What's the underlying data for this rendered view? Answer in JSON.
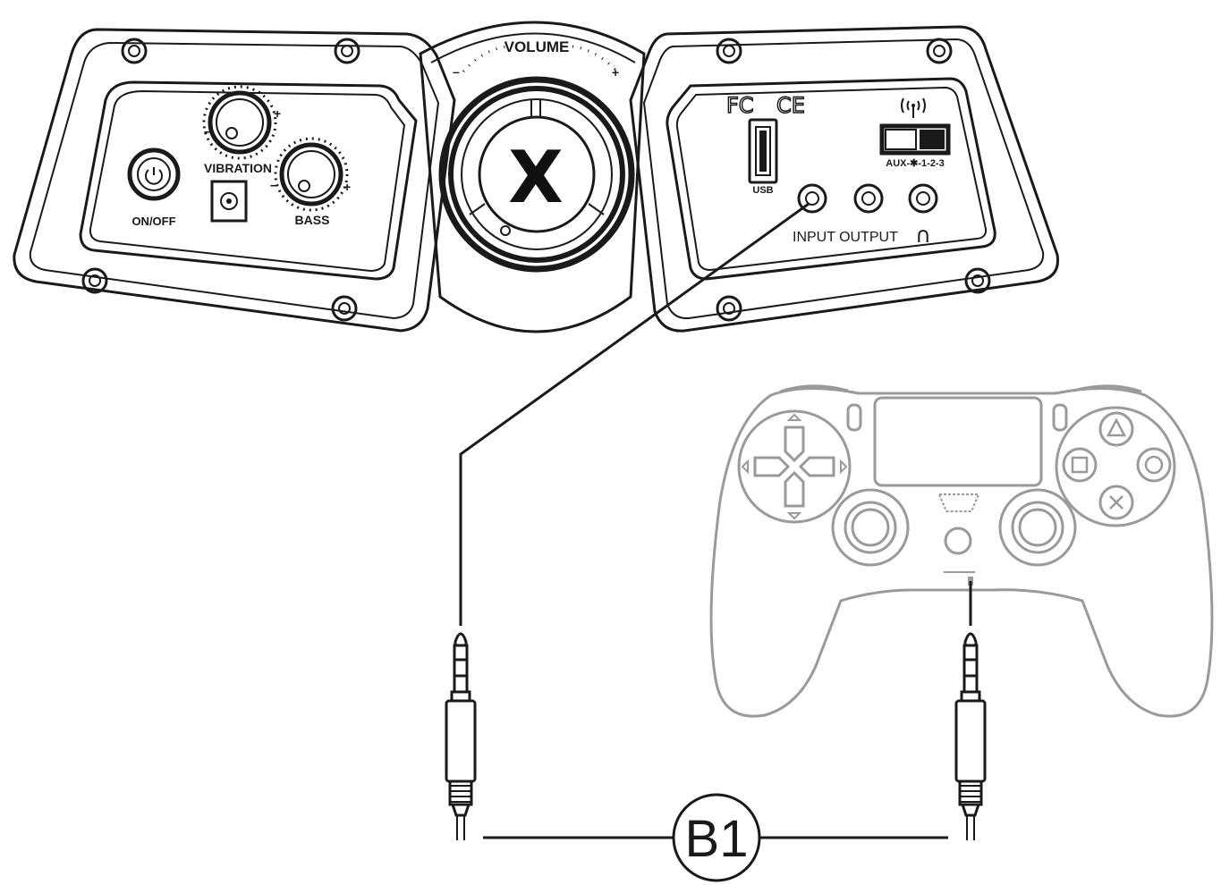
{
  "panel": {
    "volume_label": "VOLUME",
    "volume_minus": "–",
    "volume_plus": "+",
    "logo": "X",
    "power_label": "ON/OFF",
    "vibration_label": "VIBRATION",
    "bass_label": "BASS",
    "knob_minus": "–",
    "knob_plus": "+",
    "fcc_mark": "FC",
    "ce_mark": "CE",
    "usb_label": "USB",
    "mode_label": "AUX-✱-1-2-3",
    "input_label": "INPUT",
    "output_label": "OUTPUT",
    "headphone_symbol": "∩"
  },
  "cable": {
    "label": "B1"
  },
  "icons": [
    "power-icon",
    "wireless-icon",
    "dpad-icon",
    "triangle-icon",
    "square-icon",
    "circle-icon",
    "cross-icon",
    "headphone-icon"
  ]
}
